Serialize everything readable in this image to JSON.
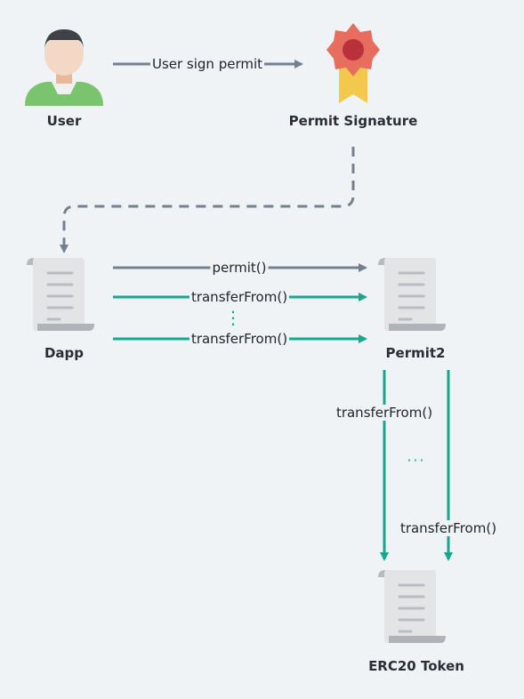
{
  "nodes": {
    "user": "User",
    "permit_signature": "Permit Signature",
    "dapp": "Dapp",
    "permit2": "Permit2",
    "erc20_token": "ERC20 Token"
  },
  "edges": {
    "user_sign_permit": "User sign permit",
    "permit_call": "permit()",
    "transfer_from_1": "transferFrom()",
    "transfer_from_2": "transferFrom()",
    "transfer_from_3": "transferFrom()",
    "transfer_from_4": "transferFrom()"
  },
  "ellipsis": {
    "vertical": "⋮",
    "horizontal": "..."
  },
  "colors": {
    "gray_arrow": "#73808f",
    "green_arrow": "#14a98e",
    "background": "#f0f3f6"
  }
}
